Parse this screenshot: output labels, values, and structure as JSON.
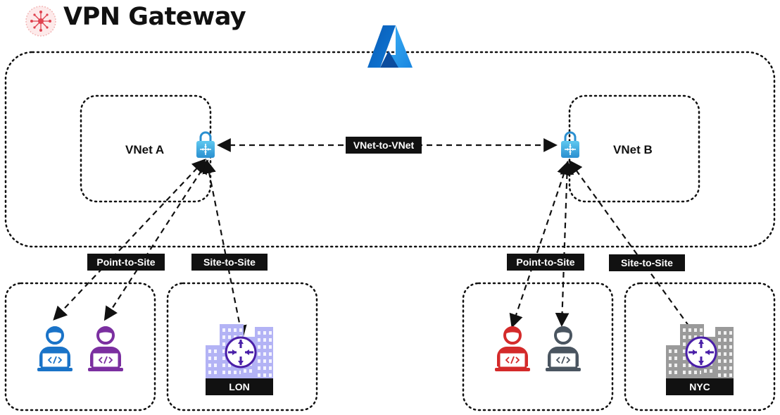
{
  "title": "VPN Gateway",
  "azure_region": {
    "icon": "azure-logo-icon"
  },
  "vnets": [
    {
      "label": "VNet A",
      "icon": "vpn-gateway-lock-icon"
    },
    {
      "label": "VNet B",
      "icon": "vpn-gateway-lock-icon"
    }
  ],
  "connections": {
    "vnet_to_vnet": "VNet-to-VNet",
    "p2s_left": "Point-to-Site",
    "s2s_left": "Site-to-Site",
    "p2s_right": "Point-to-Site",
    "s2s_right": "Site-to-Site"
  },
  "sites": [
    {
      "label": "LON",
      "icon": "office-building-router-icon",
      "color": "#b3b3f5"
    },
    {
      "label": "NYC",
      "icon": "office-building-router-icon",
      "color": "#9a9a9a"
    }
  ],
  "users": [
    {
      "icon": "developer-user-icon",
      "color": "#1a73c8"
    },
    {
      "icon": "developer-user-icon",
      "color": "#7b2fa0"
    },
    {
      "icon": "developer-user-icon",
      "color": "#d42a2a"
    },
    {
      "icon": "developer-user-icon",
      "color": "#4a5560"
    }
  ],
  "colors": {
    "router": "#4a1fa8",
    "lock": "#2a9fd8",
    "badge": "#e0424f"
  }
}
